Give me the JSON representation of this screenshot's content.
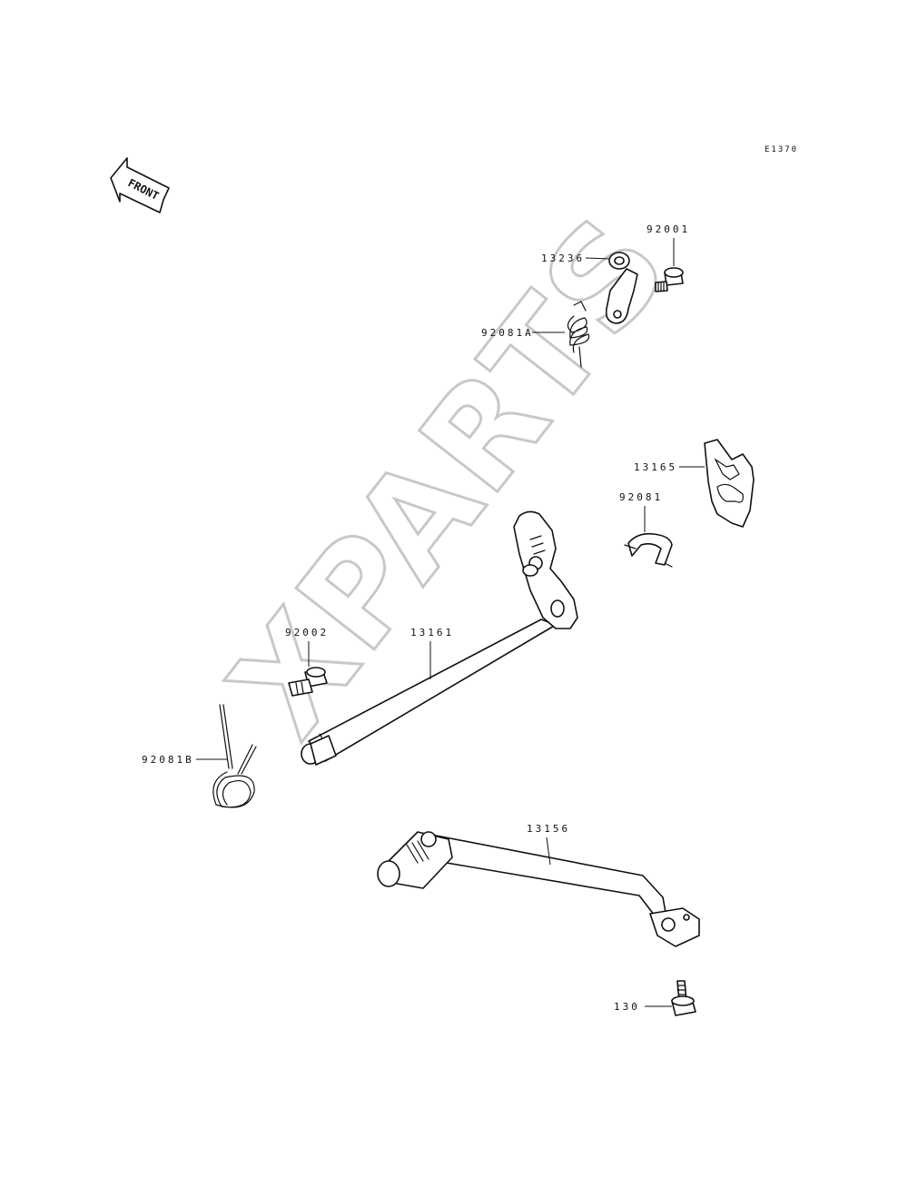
{
  "diagram": {
    "code": "E1370",
    "front_label": "FRONT",
    "watermark": "XPARTS",
    "parts": [
      {
        "id": "13236",
        "label": "13236"
      },
      {
        "id": "92001",
        "label": "92001"
      },
      {
        "id": "92081A",
        "label": "92081A"
      },
      {
        "id": "13165",
        "label": "13165"
      },
      {
        "id": "92081",
        "label": "92081"
      },
      {
        "id": "92002",
        "label": "92002"
      },
      {
        "id": "13161",
        "label": "13161"
      },
      {
        "id": "92081B",
        "label": "92081B"
      },
      {
        "id": "13156",
        "label": "13156"
      },
      {
        "id": "130",
        "label": "130"
      }
    ]
  }
}
